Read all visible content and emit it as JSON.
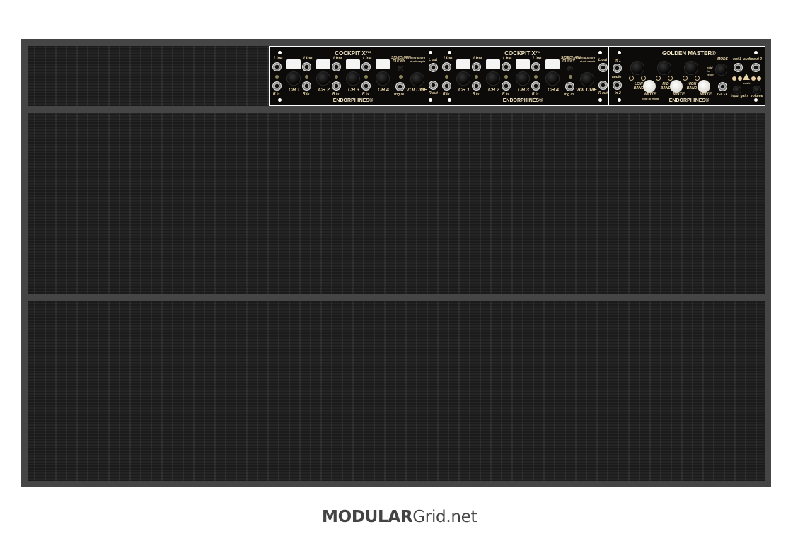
{
  "rack": {
    "rows": 3
  },
  "cockpit": {
    "title": "COCKPIT X™",
    "brand": "ENDORPHINES®",
    "line_label": "Line",
    "rin_label": "R in",
    "channels": [
      "CH 1",
      "CH 2",
      "CH 3",
      "CH 4"
    ],
    "sidechain_label": "SIDECHAIN DUCKY",
    "hold_label": "hold & turn duck depth",
    "trig_label": "trig in",
    "volume_label": "VOLUME",
    "lout_label": "L out",
    "rout_label": "R out"
  },
  "golden": {
    "title": "GOLDEN MASTER®",
    "brand": "ENDORPHINES®",
    "in1": "in 1",
    "in2": "in 2",
    "audio": "audio",
    "low": "LOW BAND",
    "mid": "MID BAND",
    "high": "HIGH BAND",
    "mute": "MUTE",
    "hold_mode": "hold to mode",
    "mode": "MODE",
    "hold_reset": "hold for reset",
    "vca": "vca cv",
    "out1": "out 1",
    "out2": "out 2",
    "mode_small": "mode",
    "input_gain": "input gain",
    "volume": "volume"
  },
  "footer": {
    "brand_bold": "MODULAR",
    "brand_rest": "Grid.net"
  }
}
